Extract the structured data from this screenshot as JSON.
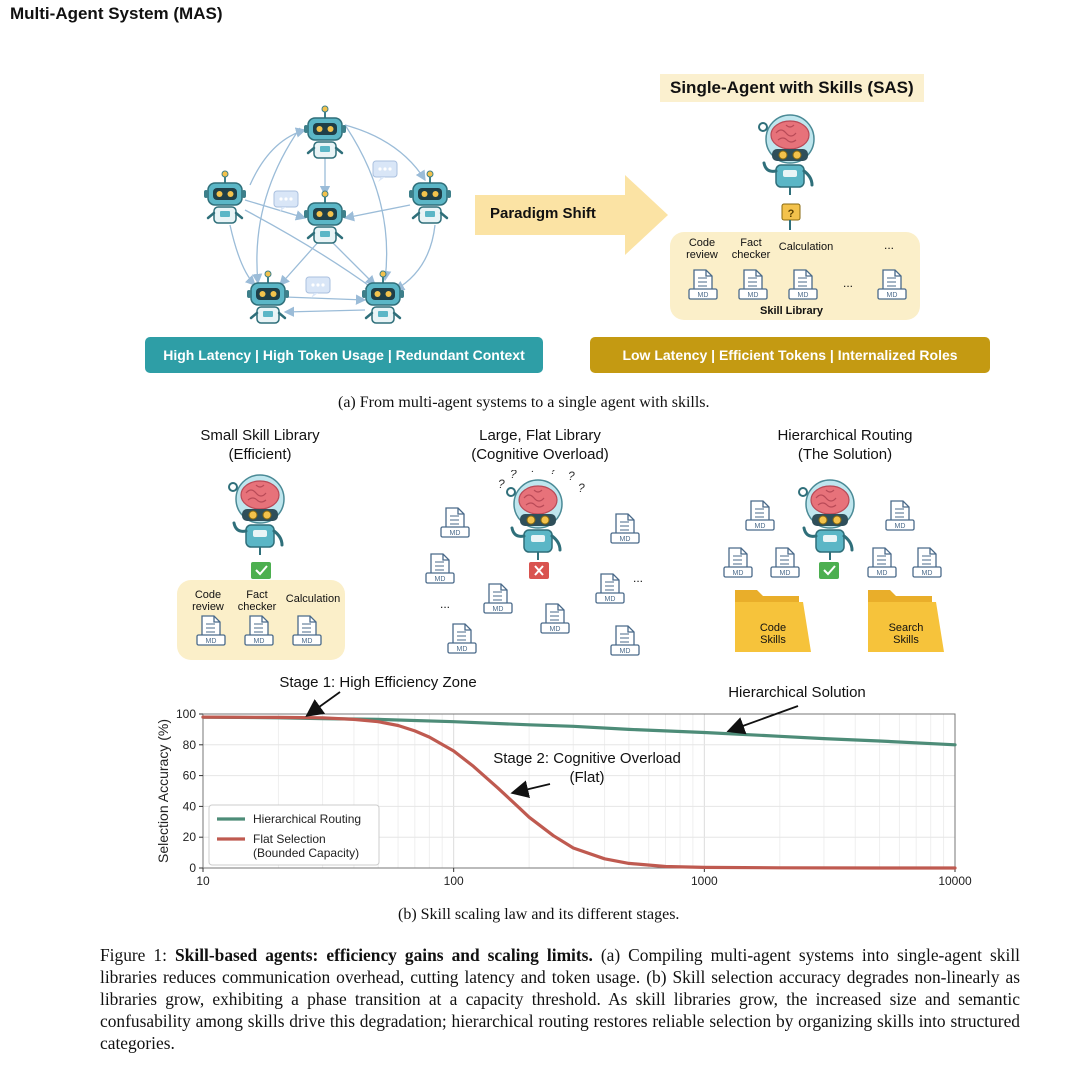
{
  "panel_a": {
    "mas_title": "Multi-Agent System (MAS)",
    "sas_title": "Single-Agent with Skills (SAS)",
    "paradigm_shift": "Paradigm Shift",
    "mas_banner": "High Latency | High Token Usage | Redundant Context",
    "sas_banner": "Low Latency | Efficient Tokens | Internalized Roles",
    "skills": [
      "Code\nreview",
      "Fact\nchecker",
      "Calculation"
    ],
    "ellipsis": "...",
    "skill_library": "Skill Library",
    "doc_label": "MD",
    "question_mark": "?",
    "caption": "(a) From multi-agent systems to a single agent with skills."
  },
  "panel_b": {
    "small_title": "Small Skill Library\n(Efficient)",
    "flat_title": "Large, Flat Library\n(Cognitive Overload)",
    "hier_title": "Hierarchical Routing\n(The Solution)",
    "small_skills": [
      "Code\nreview",
      "Fact\nchecker",
      "Calculation"
    ],
    "folders": [
      "Code\nSkills",
      "Search\nSkills"
    ],
    "ellipsis": "...",
    "caption": "(b) Skill scaling law and its different stages."
  },
  "chart_data": {
    "type": "line",
    "xscale": "log",
    "xlim": [
      10,
      10000
    ],
    "ylim": [
      0,
      100
    ],
    "xticks": [
      "10",
      "100",
      "1000",
      "10000"
    ],
    "yticks": [
      "0",
      "20",
      "40",
      "60",
      "80",
      "100"
    ],
    "ylabel": "Selection Accuracy (%)",
    "xlabel": "",
    "grid": true,
    "legend_position": "lower-left",
    "series": [
      {
        "name": "Hierarchical Routing",
        "color": "#4d8c78",
        "x": [
          10,
          20,
          30,
          50,
          100,
          200,
          300,
          500,
          1000,
          2000,
          3000,
          5000,
          10000
        ],
        "y": [
          98,
          97.5,
          97,
          96.5,
          95,
          93,
          92,
          90,
          88,
          85.5,
          84,
          82.5,
          80
        ]
      },
      {
        "name": "Flat Selection\n(Bounded Capacity)",
        "color": "#bf5a50",
        "x": [
          10,
          20,
          30,
          40,
          50,
          60,
          70,
          80,
          100,
          120,
          150,
          180,
          200,
          250,
          300,
          400,
          500,
          700,
          1000,
          2000,
          5000,
          10000
        ],
        "y": [
          98,
          97.8,
          97.5,
          96.5,
          95,
          92.5,
          89,
          85,
          76,
          66,
          52,
          40,
          33,
          21,
          13,
          6,
          3,
          1,
          0.4,
          0.1,
          0,
          0
        ]
      }
    ],
    "annotations": [
      {
        "text": "Stage 1: High Efficiency Zone",
        "x": 25,
        "y": 97.5
      },
      {
        "text": "Hierarchical Solution",
        "x": 1200,
        "y": 87.5
      },
      {
        "text": "Stage 2: Cognitive Overload\n(Flat)",
        "x": 165,
        "y": 50
      }
    ]
  },
  "figure_caption": {
    "label": "Figure 1:",
    "bold": "Skill-based agents: efficiency gains and scaling limits.",
    "body": "(a) Compiling multi-agent systems into single-agent skill libraries reduces communication overhead, cutting latency and token usage. (b) Skill selection accuracy degrades non-linearly as libraries grow, exhibiting a phase transition at a capacity threshold. As skill libraries grow, the increased size and semantic confusability among skills drive this degradation; hierarchical routing restores reliable selection by organizing skills into structured categories."
  },
  "colors": {
    "teal": "#2e9ea6",
    "gold": "#c49a12",
    "robot_body": "#5bb6c6",
    "brain": "#e7727a",
    "library_bg": "#fbefc9",
    "folder": "#f6c33b"
  }
}
